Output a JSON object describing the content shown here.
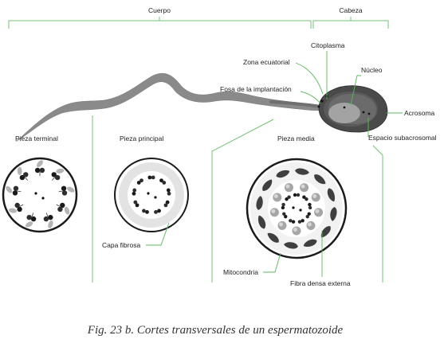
{
  "brackets": {
    "body": "Cuerpo",
    "head": "Cabeza"
  },
  "labels": {
    "cytoplasm": "Citoplasma",
    "equatorial_zone": "Zona ecuatorial",
    "nucleus": "Núcleo",
    "implantation_fossa": "Fosa de la implantación",
    "acrosome": "Acrosoma",
    "subacrosomal_space": "Espacio subacrosomal",
    "terminal_piece": "Pieza terminal",
    "principal_piece": "Pieza principal",
    "middle_piece": "Pieza media",
    "fibrous_sheath": "Capa fibrosa",
    "mitochondria": "Mitocondria",
    "outer_dense_fiber": "Fibra densa externa"
  },
  "caption": "Fig. 23 b. Cortes transversales de un espermatozoide",
  "colors": {
    "leader_line": "#5cb85c",
    "bracket": "#77c177",
    "head_dark": "#4a4a4a",
    "head_light": "#9e9e9e",
    "tail": "#8a8a8a"
  }
}
